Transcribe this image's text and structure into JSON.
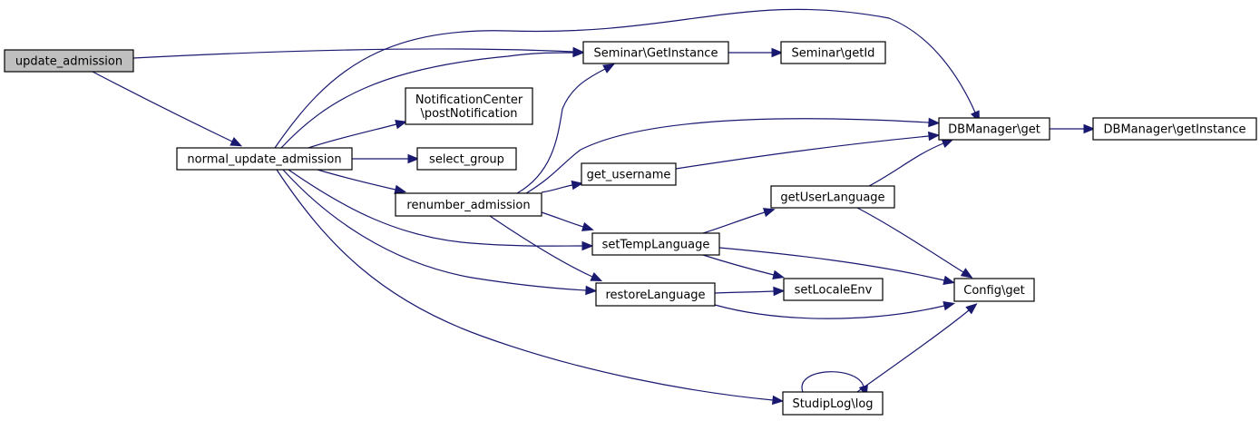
{
  "graph": {
    "type": "call-graph",
    "edge_color": "#191970",
    "root_fill": "#bfbfbf",
    "nodes": [
      {
        "id": "update_admission",
        "label": [
          "update_admission"
        ],
        "root": true
      },
      {
        "id": "normal_update_admission",
        "label": [
          "normal_update_admission"
        ]
      },
      {
        "id": "Seminar_GetInstance",
        "label": [
          "Seminar\\GetInstance"
        ]
      },
      {
        "id": "Seminar_getId",
        "label": [
          "Seminar\\getId"
        ]
      },
      {
        "id": "NotificationCenter_postNotification",
        "label": [
          "NotificationCenter",
          "\\postNotification"
        ]
      },
      {
        "id": "select_group",
        "label": [
          "select_group"
        ]
      },
      {
        "id": "renumber_admission",
        "label": [
          "renumber_admission"
        ]
      },
      {
        "id": "get_username",
        "label": [
          "get_username"
        ]
      },
      {
        "id": "DBManager_get",
        "label": [
          "DBManager\\get"
        ]
      },
      {
        "id": "DBManager_getInstance",
        "label": [
          "DBManager\\getInstance"
        ]
      },
      {
        "id": "getUserLanguage",
        "label": [
          "getUserLanguage"
        ]
      },
      {
        "id": "setTempLanguage",
        "label": [
          "setTempLanguage"
        ]
      },
      {
        "id": "restoreLanguage",
        "label": [
          "restoreLanguage"
        ]
      },
      {
        "id": "setLocaleEnv",
        "label": [
          "setLocaleEnv"
        ]
      },
      {
        "id": "Config_get",
        "label": [
          "Config\\get"
        ]
      },
      {
        "id": "StudipLog_log",
        "label": [
          "StudipLog\\log"
        ]
      }
    ],
    "edges": [
      [
        "update_admission",
        "Seminar_GetInstance"
      ],
      [
        "update_admission",
        "normal_update_admission"
      ],
      [
        "normal_update_admission",
        "DBManager_get"
      ],
      [
        "normal_update_admission",
        "Seminar_GetInstance"
      ],
      [
        "normal_update_admission",
        "NotificationCenter_postNotification"
      ],
      [
        "normal_update_admission",
        "select_group"
      ],
      [
        "normal_update_admission",
        "renumber_admission"
      ],
      [
        "normal_update_admission",
        "setTempLanguage"
      ],
      [
        "normal_update_admission",
        "restoreLanguage"
      ],
      [
        "normal_update_admission",
        "StudipLog_log"
      ],
      [
        "Seminar_GetInstance",
        "Seminar_getId"
      ],
      [
        "renumber_admission",
        "Seminar_GetInstance"
      ],
      [
        "renumber_admission",
        "DBManager_get"
      ],
      [
        "renumber_admission",
        "get_username"
      ],
      [
        "renumber_admission",
        "setTempLanguage"
      ],
      [
        "renumber_admission",
        "restoreLanguage"
      ],
      [
        "get_username",
        "DBManager_get"
      ],
      [
        "DBManager_get",
        "DBManager_getInstance"
      ],
      [
        "getUserLanguage",
        "DBManager_get"
      ],
      [
        "getUserLanguage",
        "Config_get"
      ],
      [
        "setTempLanguage",
        "getUserLanguage"
      ],
      [
        "setTempLanguage",
        "setLocaleEnv"
      ],
      [
        "setTempLanguage",
        "Config_get"
      ],
      [
        "restoreLanguage",
        "setLocaleEnv"
      ],
      [
        "restoreLanguage",
        "Config_get"
      ],
      [
        "StudipLog_log",
        "StudipLog_log"
      ],
      [
        "StudipLog_log",
        "Config_get"
      ]
    ]
  }
}
